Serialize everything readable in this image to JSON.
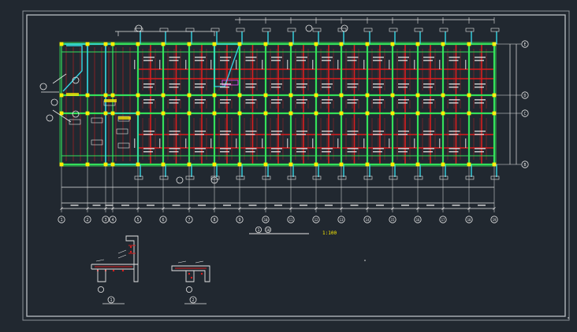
{
  "drawing": {
    "axis_columns": [
      "1",
      "2",
      "3",
      "4",
      "5",
      "6",
      "7",
      "8",
      "9",
      "10",
      "11",
      "12",
      "13",
      "14",
      "15",
      "16",
      "17",
      "18",
      "19"
    ],
    "axis_rows": [
      "E",
      "D",
      "C",
      "B"
    ],
    "scale_label": "1:100",
    "plan_title_nums": [
      "1",
      "10"
    ],
    "detail_labels": [
      "1",
      "2"
    ],
    "colors": {
      "background": "#212830",
      "frame": "#9aa0a6",
      "beam_green": "#34e05a",
      "beam_cyan": "#34d6e6",
      "rebar_red": "#d91e1e",
      "note_white": "#e6e6e6",
      "highlight_yellow": "#ffee00",
      "magenta": "#ff4dff"
    }
  }
}
